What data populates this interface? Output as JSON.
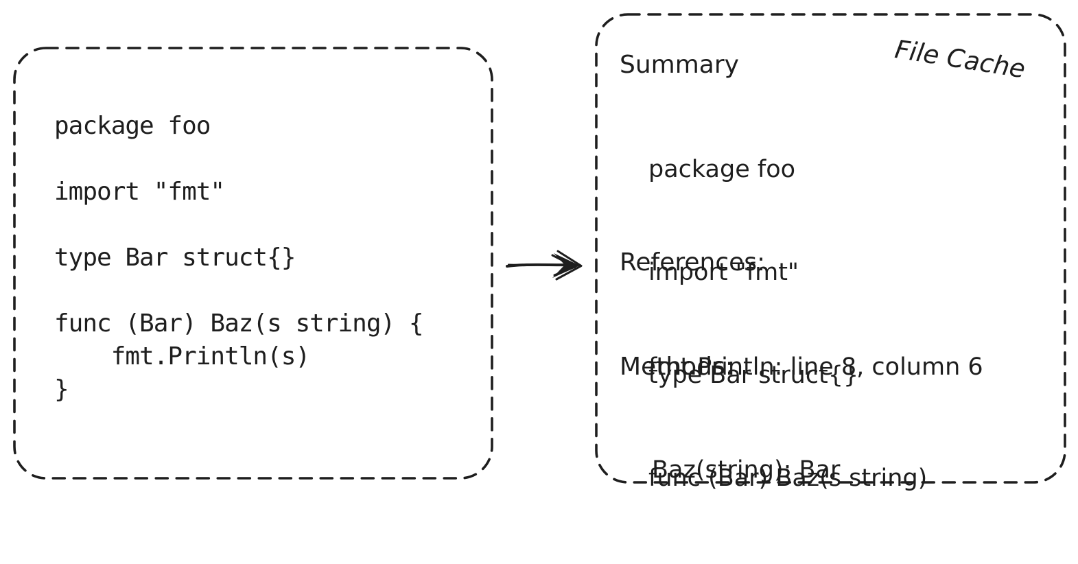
{
  "colors": {
    "ink": "#1e1e1e",
    "background": "#ffffff"
  },
  "source_box": {
    "code": "package foo\n\nimport \"fmt\"\n\ntype Bar struct{}\n\nfunc (Bar) Baz(s string) {\n    fmt.Println(s)\n}"
  },
  "arrow": {
    "icon": "right-arrow-icon",
    "direction": "right",
    "from": "source-code-box",
    "to": "file-cache-box"
  },
  "cache_box": {
    "title": "File Cache",
    "sections": [
      {
        "header": "Summary",
        "items": [
          "package foo",
          "import \"fmt\"",
          "type Bar struct{}",
          "func (Bar) Baz(s string)"
        ]
      },
      {
        "header": "References:",
        "items": [
          "fmt.Println: line 8, column 6"
        ]
      },
      {
        "header": "Methods:",
        "items": [
          "Baz(string): Bar"
        ]
      }
    ]
  }
}
